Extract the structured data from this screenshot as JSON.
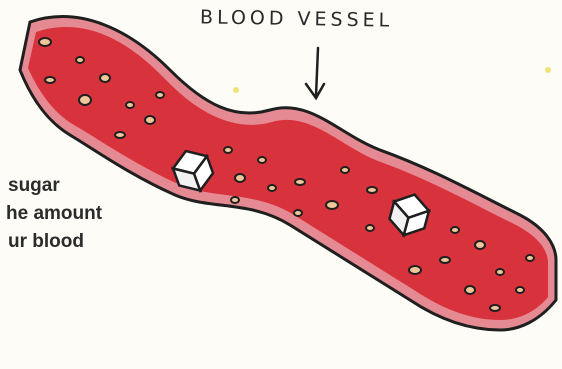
{
  "diagram": {
    "label": "BLOOD VESSEL",
    "caption_lines": [
      "sugar",
      "he amount",
      "ur blood"
    ]
  },
  "colors": {
    "vessel_fill": "#d8333d",
    "vessel_wall": "#e58a92",
    "outline": "#1f1f1f",
    "particle": "#f0c79a",
    "background": "#fdfcf6"
  }
}
